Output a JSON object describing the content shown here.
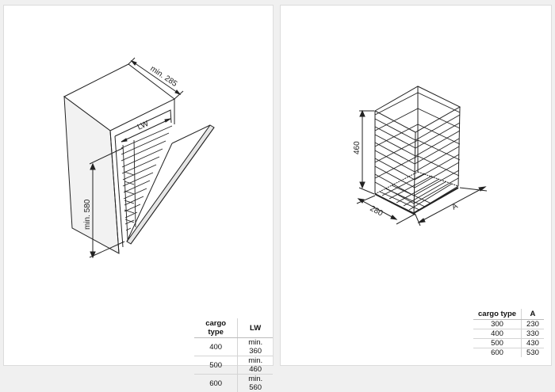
{
  "left_panel": {
    "dimensions": {
      "depth": "min. 285",
      "width": "LW",
      "height": "min. 580"
    },
    "table": {
      "headers": [
        "cargo type",
        "LW"
      ],
      "rows": [
        [
          "400",
          "min. 360"
        ],
        [
          "500",
          "min. 460"
        ],
        [
          "600",
          "min. 560"
        ]
      ]
    }
  },
  "right_panel": {
    "dimensions": {
      "height": "460",
      "depth": "280",
      "width": "A"
    },
    "table": {
      "headers": [
        "cargo type",
        "A"
      ],
      "rows": [
        [
          "300",
          "230"
        ],
        [
          "400",
          "330"
        ],
        [
          "500",
          "430"
        ],
        [
          "600",
          "530"
        ]
      ]
    }
  },
  "colors": {
    "line": "#222222",
    "panel_background": "#ffffff",
    "page_background": "#f0f0f0"
  }
}
